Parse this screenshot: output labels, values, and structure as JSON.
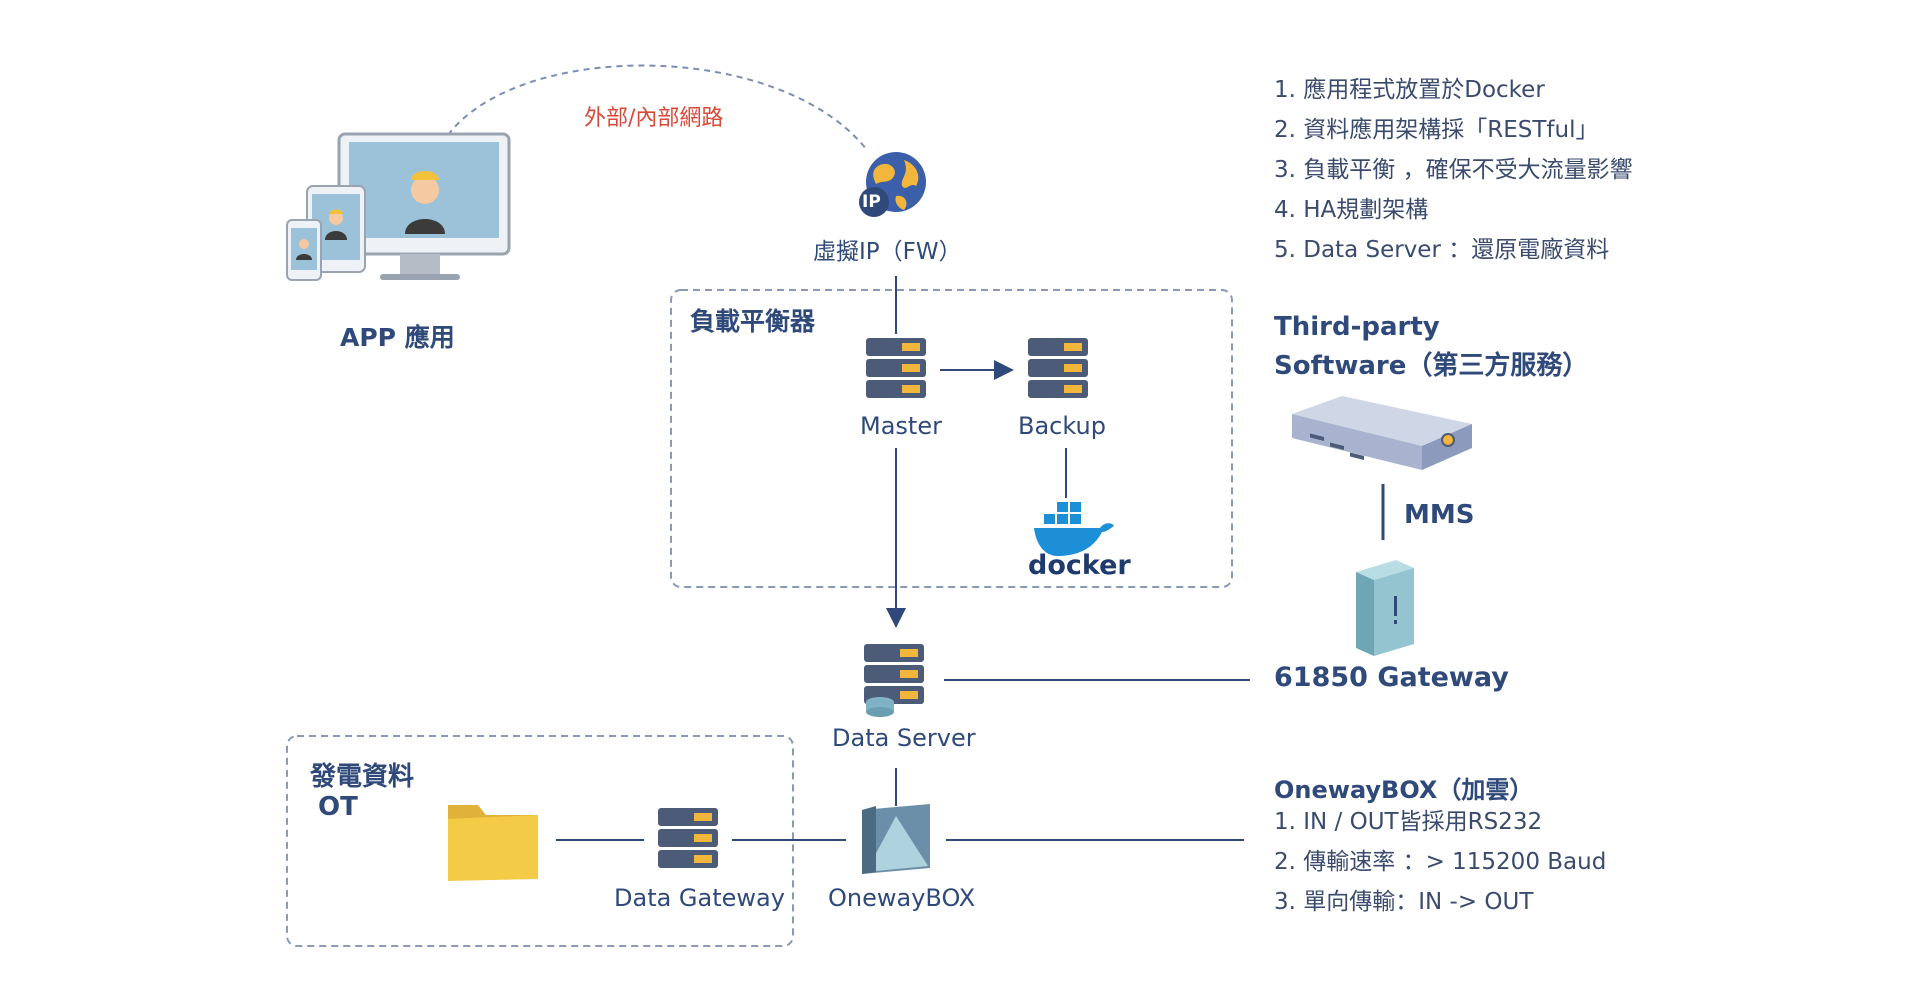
{
  "network_label": "外部/內部網路",
  "app": {
    "label": "APP 應用"
  },
  "vip": {
    "label": "虛擬IP（FW）",
    "badge": "IP"
  },
  "load_balancer": {
    "title": "負載平衡器",
    "master_label": "Master",
    "backup_label": "Backup",
    "docker_label": "docker"
  },
  "data_server": {
    "label": "Data Server"
  },
  "ot_box": {
    "title_line1": "發電資料",
    "title_line2": "OT"
  },
  "data_gateway": {
    "label": "Data Gateway"
  },
  "oneway": {
    "label": "OnewayBOX"
  },
  "third_party": {
    "line1": "Third-party",
    "line2": "Software（第三方服務）"
  },
  "mms_label": "MMS",
  "gateway61850": {
    "label": "61850 Gateway"
  },
  "features": [
    "1. 應用程式放置於Docker",
    "2. 資料應用架構採「RESTful」",
    "3. 負載平衡 ，確保不受大流量影響",
    "4. HA規劃架構",
    "5. Data Server ：還原電廠資料"
  ],
  "oneway_notes": {
    "title": "OnewayBOX（加雲）",
    "items": [
      "1. IN / OUT皆採用RS232",
      "2. 傳輸速率 ：> 115200 Baud",
      "3. 單向傳輸：IN -> OUT"
    ]
  },
  "colors": {
    "primary_text": "#2f4a7a",
    "accent_red": "#d84a38",
    "dashed_border": "#8a99b8",
    "connector": "#2f4a7a",
    "server_body": "#4c5c78",
    "server_light": "#f3b63c",
    "folder": "#f3cb47",
    "docker_blue": "#1d8fd6",
    "globe_blue": "#3b5fa8",
    "globe_land": "#f3b63c"
  }
}
